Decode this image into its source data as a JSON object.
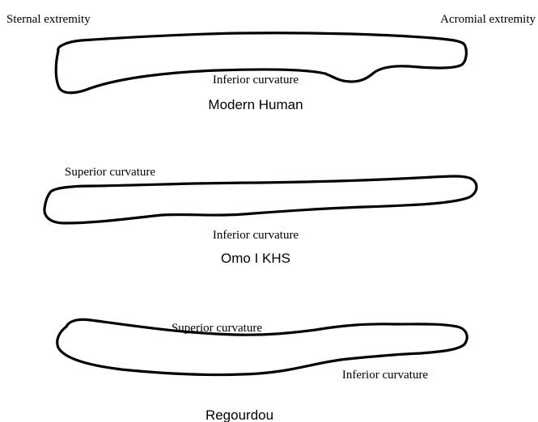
{
  "labels": {
    "sternal_extremity": "Sternal extremity",
    "acromial_extremity": "Acromial extremity"
  },
  "outlines": [
    {
      "title": "Modern Human",
      "annotations": {
        "inferior": "Inferior curvature"
      }
    },
    {
      "title": "Omo I KHS",
      "annotations": {
        "superior": "Superior curvature",
        "inferior": "Inferior curvature"
      }
    },
    {
      "title": "Regourdou",
      "annotations": {
        "superior": "Superior curvature",
        "inferior": "Inferior curvature"
      }
    }
  ],
  "colors": {
    "stroke": "#000000",
    "background": "#ffffff"
  }
}
